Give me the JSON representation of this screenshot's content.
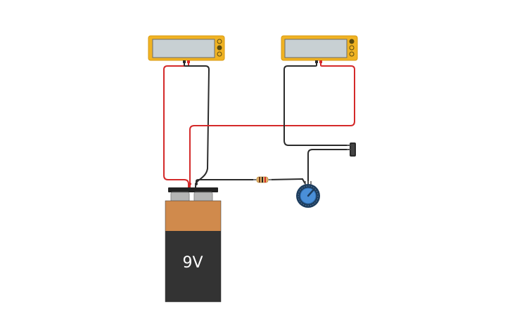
{
  "battery": {
    "label": "9V"
  },
  "colors": {
    "wire_positive": "#d42a2a",
    "wire_negative": "#2b2b2b",
    "multimeter_body": "#f0b323",
    "multimeter_screen": "#c8d0d3",
    "battery_top": "#d08a4c",
    "battery_body": "#333333",
    "knob": "#4a8fd8"
  },
  "components": [
    "multimeter-1",
    "multimeter-2",
    "battery-9v",
    "resistor",
    "potentiometer",
    "buzzer"
  ]
}
